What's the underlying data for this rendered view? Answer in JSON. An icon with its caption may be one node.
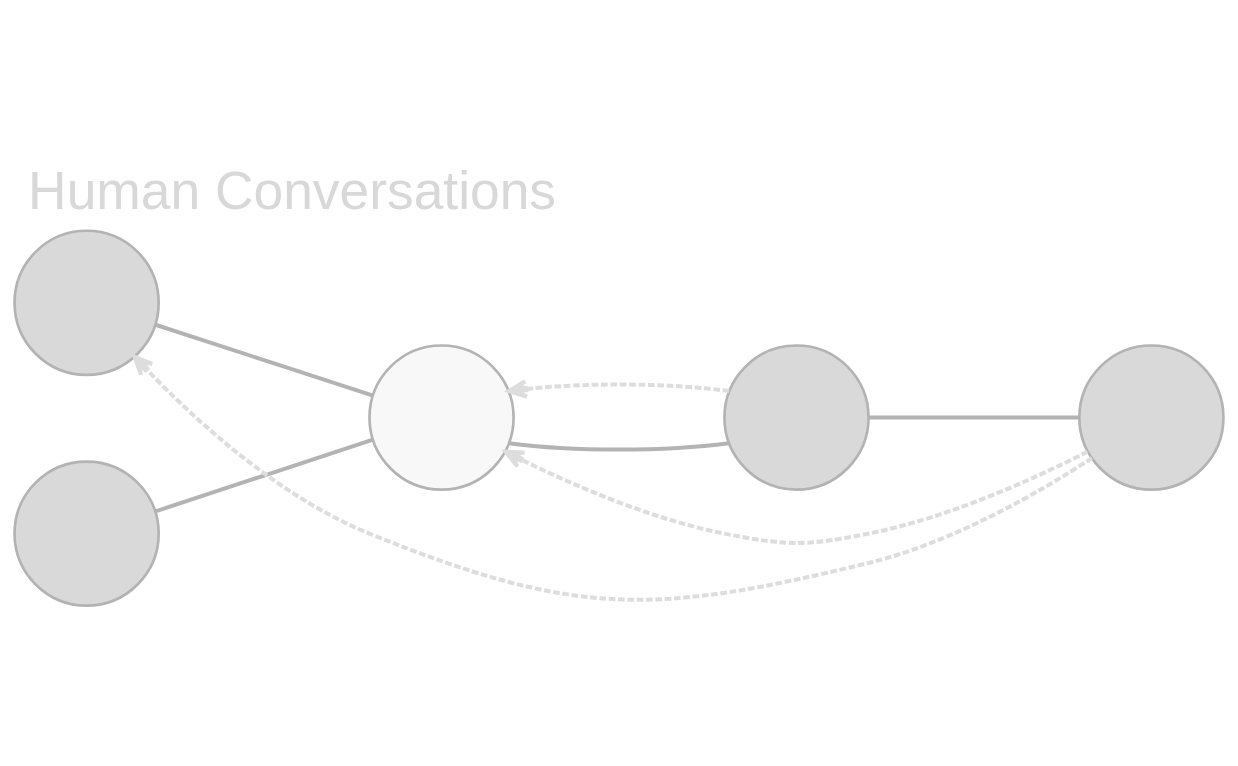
{
  "diagram": {
    "title": "Human Conversations",
    "nodes": [
      {
        "text": [],
        "shape": "circle"
      },
      {
        "text": [],
        "shape": "circle"
      },
      {
        "text": [],
        "shape": "circle"
      },
      {
        "text": [],
        "shape": "circle"
      },
      {
        "text": [],
        "shape": "circle"
      }
    ],
    "edges": [
      {
        "from": 0,
        "to": 2,
        "arrow": "none"
      },
      {
        "from": 1,
        "to": 2,
        "arrow": "none"
      },
      {
        "from": 2,
        "to": 3,
        "arrow": "none"
      },
      {
        "from": 3,
        "to": 4,
        "arrow": "none"
      },
      {
        "from": 4,
        "to": 0,
        "arrow": "to",
        "style": "dashed",
        "color": "#dddddd"
      },
      {
        "from": 4,
        "to": 2,
        "arrow": "to",
        "style": "dashed",
        "color": "#dddddd"
      },
      {
        "from": 3,
        "to": 2,
        "arrow": "to",
        "style": "dashed",
        "color": "#dddddd"
      }
    ]
  }
}
